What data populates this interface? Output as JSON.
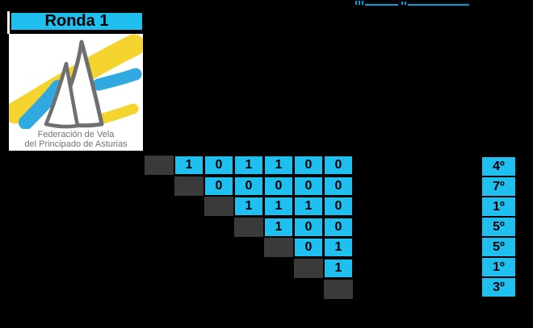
{
  "slide": {
    "background": "#000000",
    "accent_cyan": "#1fbff0",
    "diagonal_gray": "#3a3a3a",
    "link_color": "#00a0dc"
  },
  "round_banner": {
    "label": "Ronda 1"
  },
  "logo": {
    "line1": "Federación de Vela",
    "line2": "del Principado de Asturias",
    "yellow": "#f6d42f",
    "blue": "#2fa9e0",
    "sail_outline": "#6f6f6f"
  },
  "results_matrix": {
    "competitors": 7,
    "rows": [
      {
        "values": [
          "1",
          "0",
          "1",
          "1",
          "0",
          "0"
        ]
      },
      {
        "values": [
          "0",
          "0",
          "0",
          "0",
          "0"
        ]
      },
      {
        "values": [
          "1",
          "1",
          "1",
          "0"
        ]
      },
      {
        "values": [
          "1",
          "0",
          "0"
        ]
      },
      {
        "values": [
          "0",
          "1"
        ]
      },
      {
        "values": [
          "1"
        ]
      },
      {
        "values": []
      }
    ]
  },
  "rankings": {
    "values": [
      "4º",
      "7º",
      "1º",
      "5º",
      "5º",
      "1º",
      "3º"
    ]
  }
}
